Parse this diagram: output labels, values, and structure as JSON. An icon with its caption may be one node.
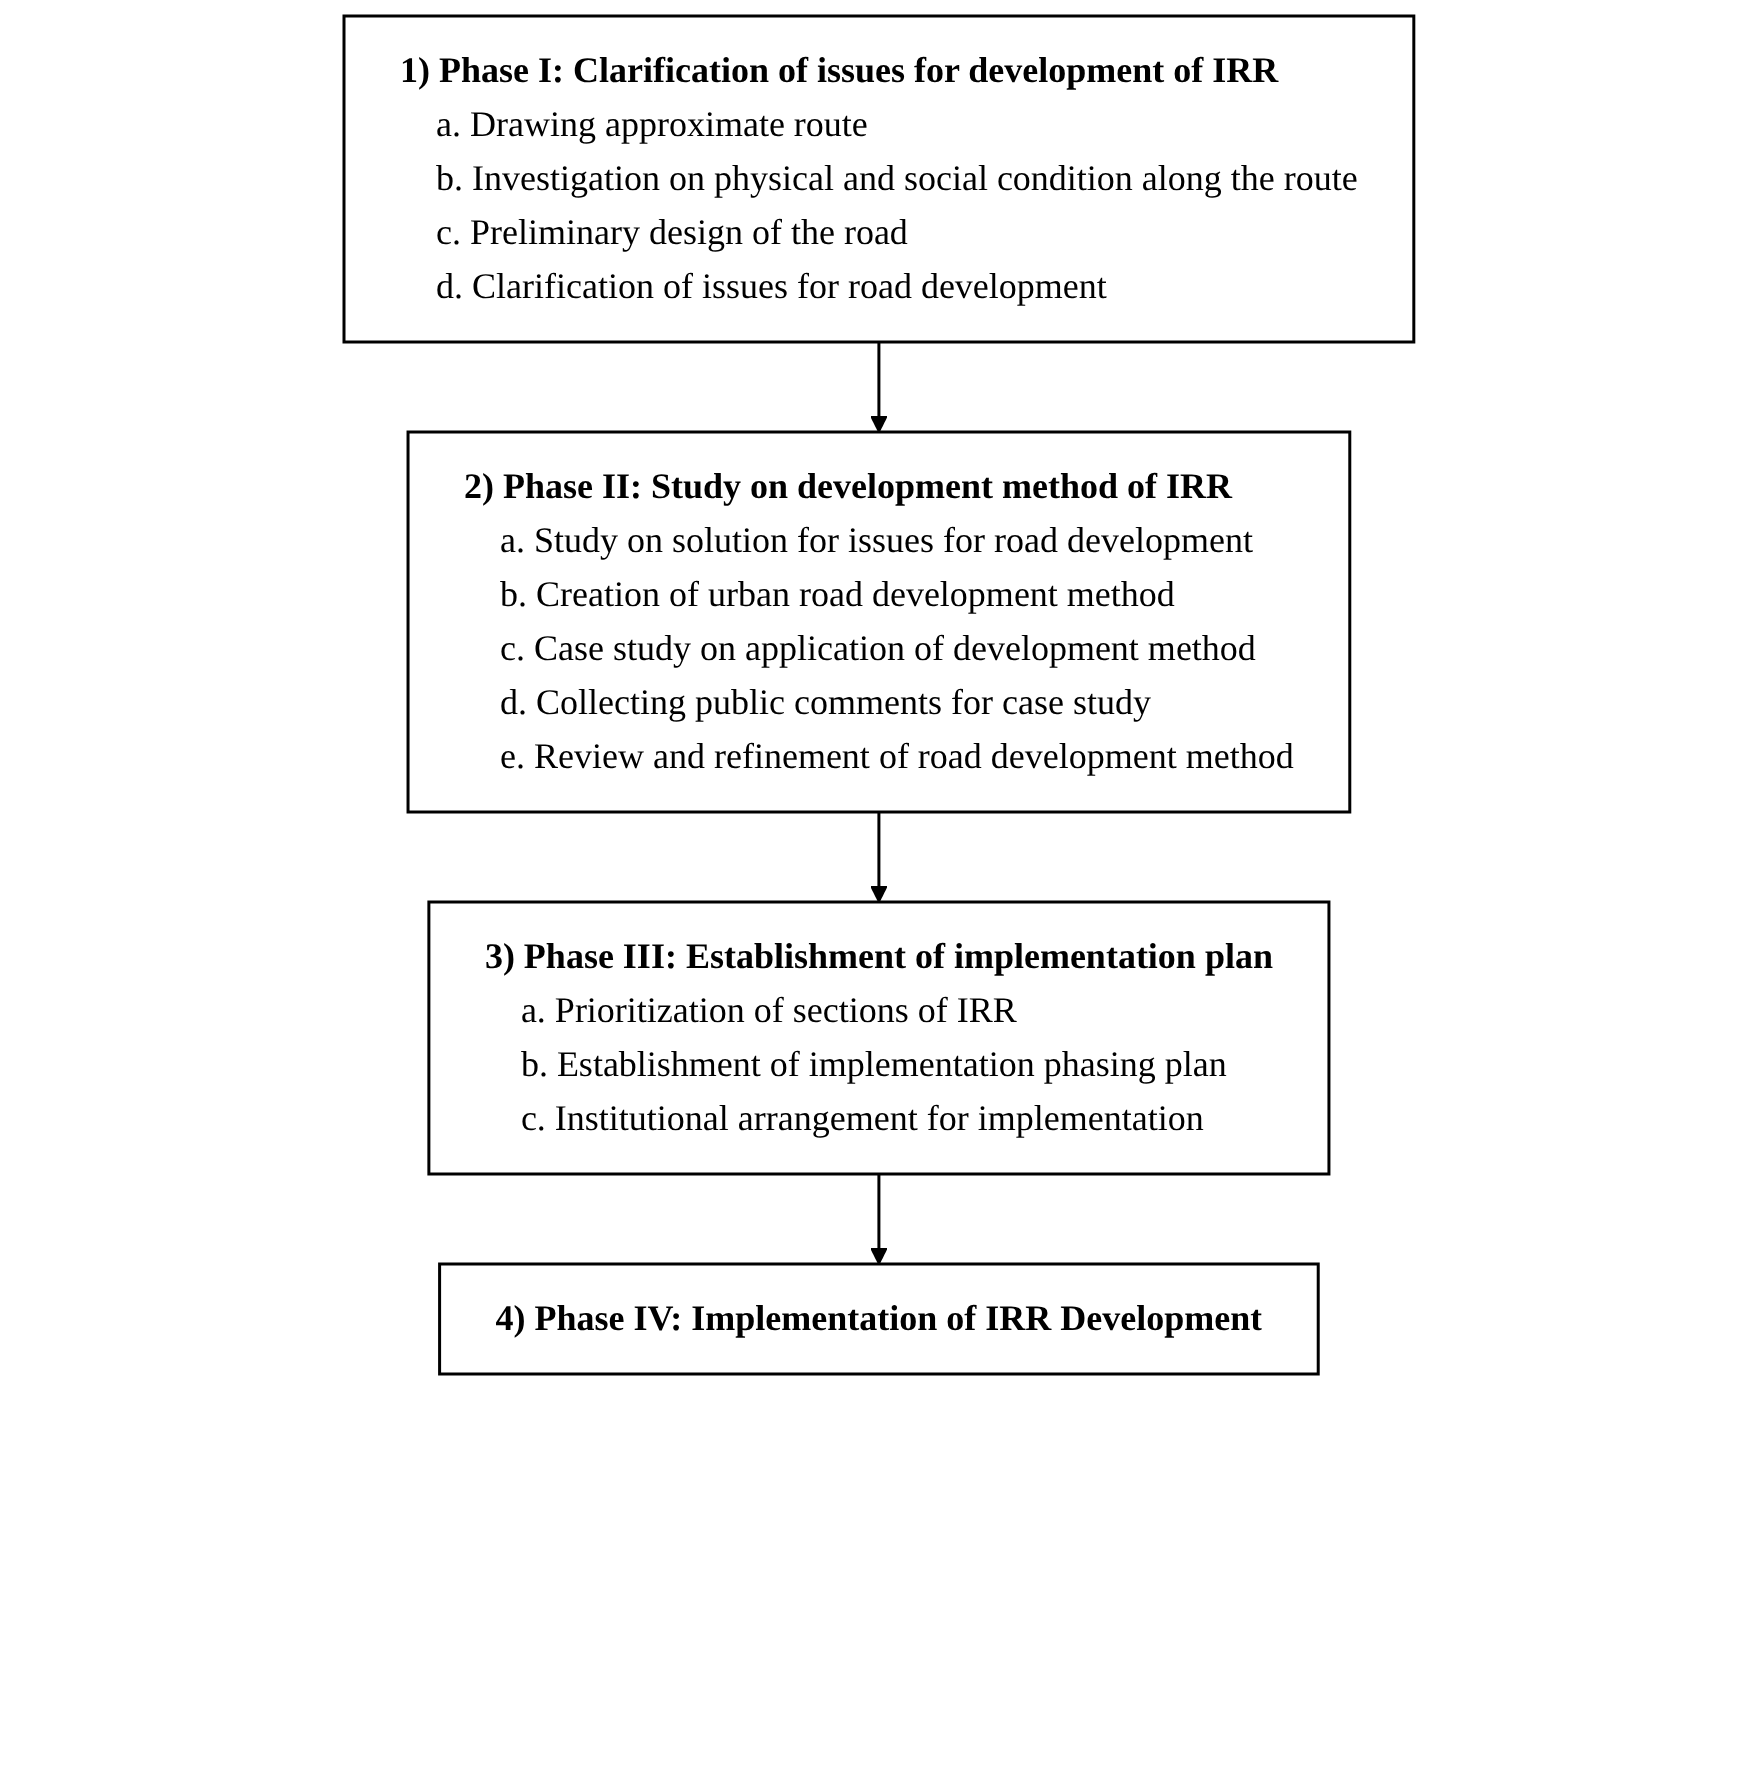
{
  "diagram": {
    "nodes": [
      {
        "text": [
          "1) Phase I: Clarification of issues for development of IRR",
          "a. Drawing approximate route",
          "b. Investigation on physical and social condition along the route",
          "c. Preliminary design of the road",
          "d. Clarification of issues for road development"
        ]
      },
      {
        "text": [
          "2) Phase II: Study on development method of IRR",
          "a. Study on solution for issues for road development",
          "b. Creation of urban road development method",
          "c. Case study on application of development method",
          "d. Collecting public comments for case study",
          "e. Review and refinement of road development method"
        ]
      },
      {
        "text": [
          "3) Phase III: Establishment of implementation plan",
          "a. Prioritization of sections of IRR",
          "b. Establishment of implementation phasing plan",
          "c. Institutional arrangement for implementation"
        ]
      },
      {
        "text": [
          "4) Phase IV: Implementation of IRR Development"
        ]
      }
    ],
    "edges": [
      {
        "from": 0,
        "to": 1,
        "arrow": "to"
      },
      {
        "from": 1,
        "to": 2,
        "arrow": "to"
      },
      {
        "from": 2,
        "to": 3,
        "arrow": "to"
      }
    ]
  }
}
